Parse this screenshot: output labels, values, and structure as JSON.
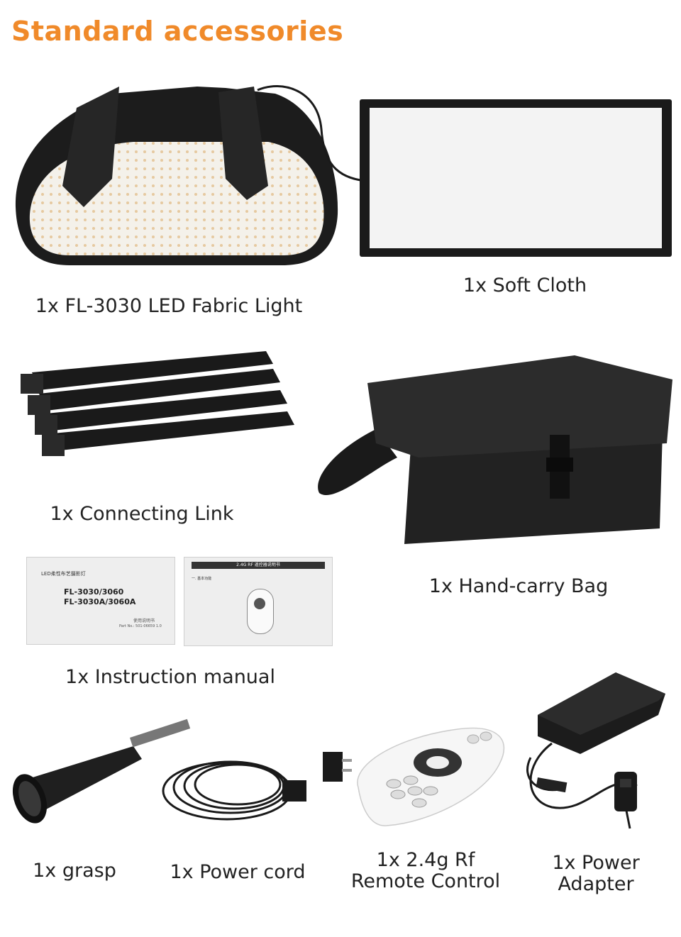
{
  "page": {
    "title": "Standard accessories",
    "accent_color": "#f08a2a"
  },
  "items": {
    "fabric_light": {
      "label": "1x FL-3030 LED Fabric Light",
      "icon": "led-fabric-light-icon"
    },
    "soft_cloth": {
      "label": "1x Soft Cloth",
      "icon": "soft-cloth-icon"
    },
    "connecting_link": {
      "label": "1x Connecting Link",
      "icon": "connecting-link-icon"
    },
    "bag": {
      "label": "1x Hand-carry Bag",
      "icon": "bag-icon"
    },
    "manual": {
      "label": "1x Instruction manual",
      "icon": "manual-icon",
      "booklet_1": {
        "brand_line": "LED柔性布艺摄影灯",
        "model_line_1": "FL-3030/3060",
        "model_line_2": "FL-3030A/3060A",
        "footer": "使用说明书",
        "part_no": "Part No.: 501-06659  1.0"
      },
      "booklet_2": {
        "header": "2.4G RF 遥控器说明书",
        "section": "一. 基本功能"
      }
    },
    "grasp": {
      "label": "1x grasp",
      "icon": "grasp-icon"
    },
    "power_cord": {
      "label": "1x Power cord",
      "icon": "power-cord-icon"
    },
    "remote": {
      "label_line_1": "1x 2.4g Rf",
      "label_line_2": "Remote Control",
      "icon": "remote-control-icon"
    },
    "adapter": {
      "label_line_1": "1x Power",
      "label_line_2": "Adapter",
      "icon": "power-adapter-icon"
    }
  }
}
